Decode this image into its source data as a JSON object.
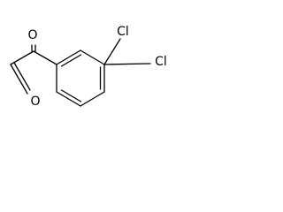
{
  "molecule": {
    "atoms": {
      "cl_top": "Cl",
      "cl_right": "Cl",
      "o_ketone": "O",
      "o_aldehyde": "O"
    }
  }
}
